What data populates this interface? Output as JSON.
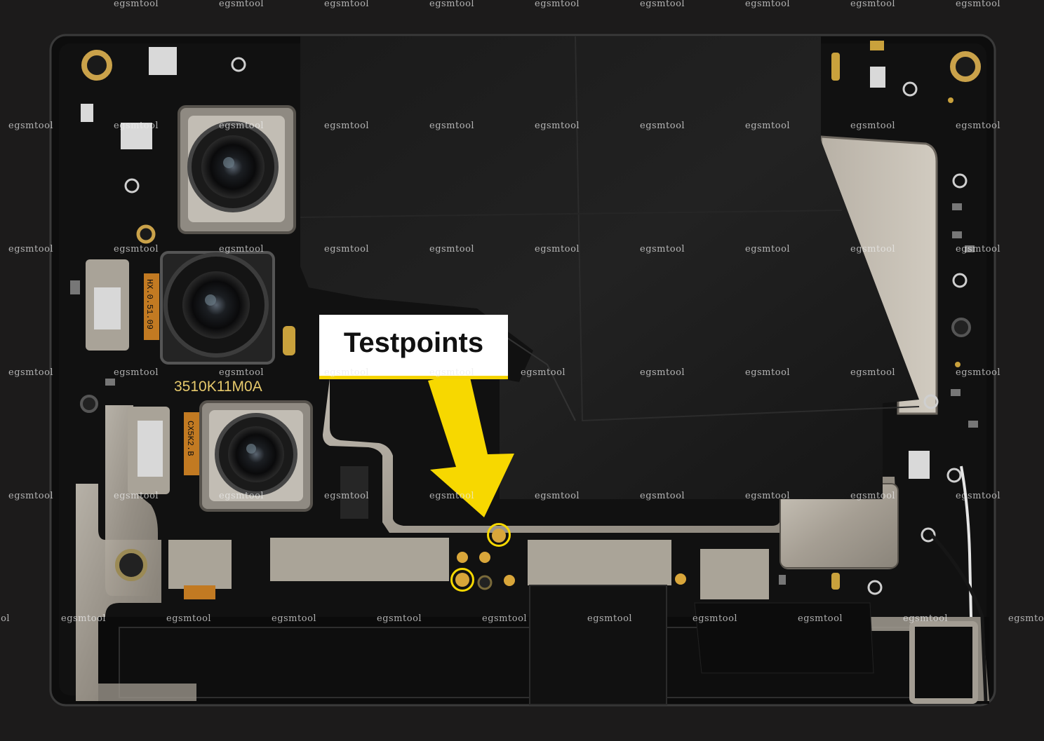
{
  "watermark": {
    "text": "egsmtool",
    "color": "#ebebeb"
  },
  "board": {
    "model_print": "3510K11M0A",
    "flex_print_1": "HX.0.51.09",
    "flex_print_2": "CX5K2.B"
  },
  "annotation": {
    "label": "Testpoints",
    "accent_color": "#f7d800",
    "testpoint_count": 2
  }
}
